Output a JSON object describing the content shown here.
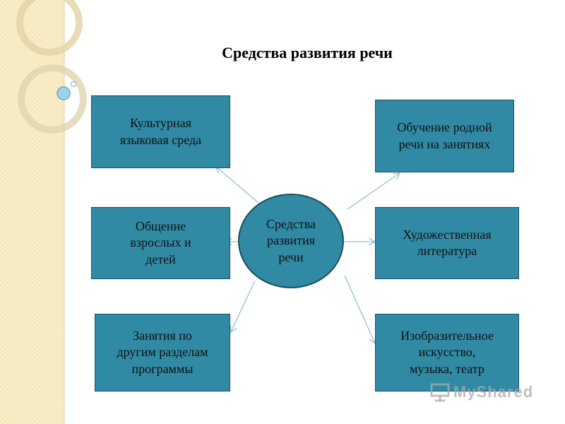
{
  "title": "Средства развития речи",
  "center": "Средства\nразвития\nречи",
  "boxes": {
    "top_left": "Культурная\nязыковая среда",
    "mid_left": "Общение\nвзрослых и\nдетей",
    "bottom_left": "Занятия по\nдругим разделам\nпрограммы",
    "top_right": "Обучение родной\nречи на занятиях",
    "mid_right": "Художественная\nлитература",
    "bottom_right": "Изобразительное\nискусство,\nмузыка, театр"
  },
  "watermark": "MyShared",
  "colors": {
    "box_fill": "#318aa4",
    "arrow": "#8fc3d6",
    "side_strip": "#f6e7b6"
  }
}
